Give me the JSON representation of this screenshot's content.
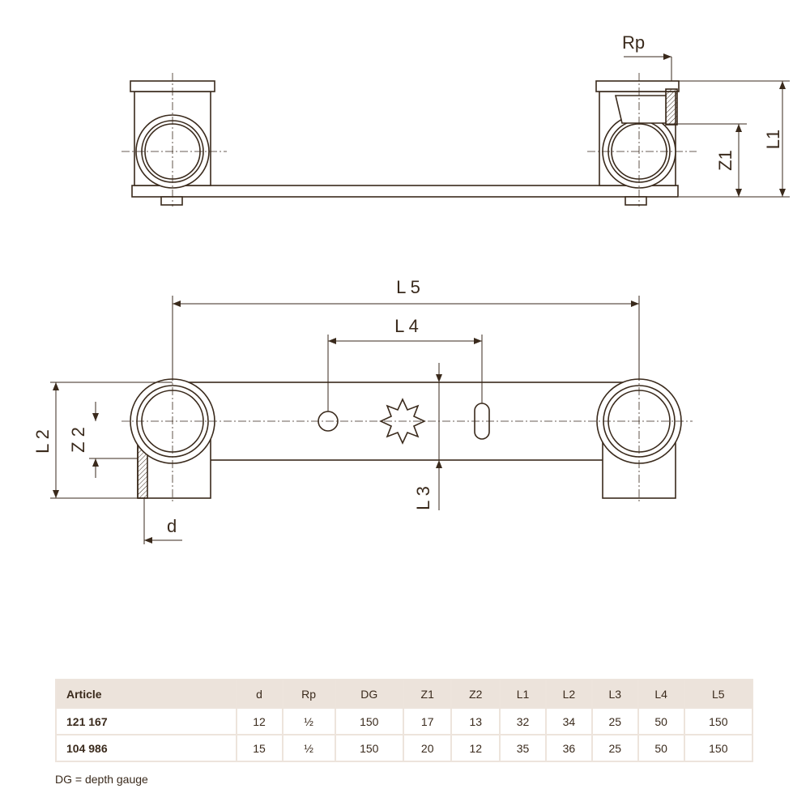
{
  "drawing": {
    "labels": {
      "rp": "Rp",
      "l1": "L1",
      "z1": "Z1",
      "l5": "L 5",
      "l4": "L 4",
      "l2": "L 2",
      "z2": "Z 2",
      "l3": "L 3",
      "d": "d"
    },
    "colors": {
      "line": "#3a2a1c",
      "fill": "#ffffff",
      "shading": "#ead6c4"
    }
  },
  "table": {
    "headers": [
      "Article",
      "d",
      "Rp",
      "DG",
      "Z1",
      "Z2",
      "L1",
      "L2",
      "L3",
      "L4",
      "L5"
    ],
    "rows": [
      [
        "121 167",
        "12",
        "½",
        "150",
        "17",
        "13",
        "32",
        "34",
        "25",
        "50",
        "150"
      ],
      [
        "104 986",
        "15",
        "½",
        "150",
        "20",
        "12",
        "35",
        "36",
        "25",
        "50",
        "150"
      ]
    ],
    "colors": {
      "header_bg": "#ece3db",
      "text": "#3a2a1c"
    }
  },
  "footnote": "DG = depth gauge"
}
